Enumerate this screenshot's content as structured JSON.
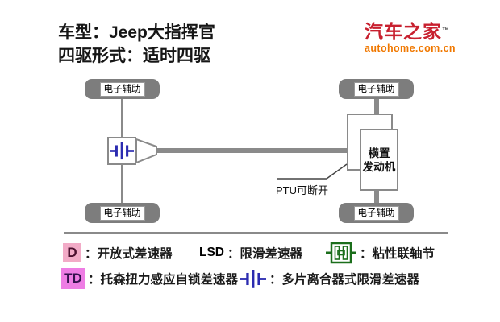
{
  "header": {
    "model_line": "车型：Jeep大指挥官",
    "drive_line": "四驱形式：适时四驱"
  },
  "logo": {
    "brand": "汽车之家",
    "tm": "™",
    "domain": "autohome.com.cn"
  },
  "diagram": {
    "wheel_label": "电子辅助",
    "engine_line1": "横置",
    "engine_line2": "发动机",
    "ptu_note": "PTU可断开",
    "icons": {
      "front_coupler": "multi-plate-clutch-icon",
      "engine": "transverse-engine-box"
    }
  },
  "legend": {
    "d_label": "D",
    "d_desc": "：开放式差速器",
    "lsd_label": "LSD",
    "lsd_desc": "：限滑差速器",
    "viscous_desc": "：粘性联轴节",
    "td_label": "TD",
    "td_desc": "：托森扭力感应自锁差速器",
    "clutch_desc": "：多片离合器式限滑差速器"
  },
  "colors": {
    "brand_color": "#c8202f",
    "domain_color": "#f07800",
    "wheel_color": "#7d7d7d",
    "line_color": "#8a8a8a",
    "clutch_color": "#2b2bb0",
    "viscous_color": "#1b6e1b",
    "d_bg": "#f2abc7",
    "d_fg": "#4a0f2e",
    "td_bg": "#ee7de4",
    "td_fg": "#33114d"
  }
}
